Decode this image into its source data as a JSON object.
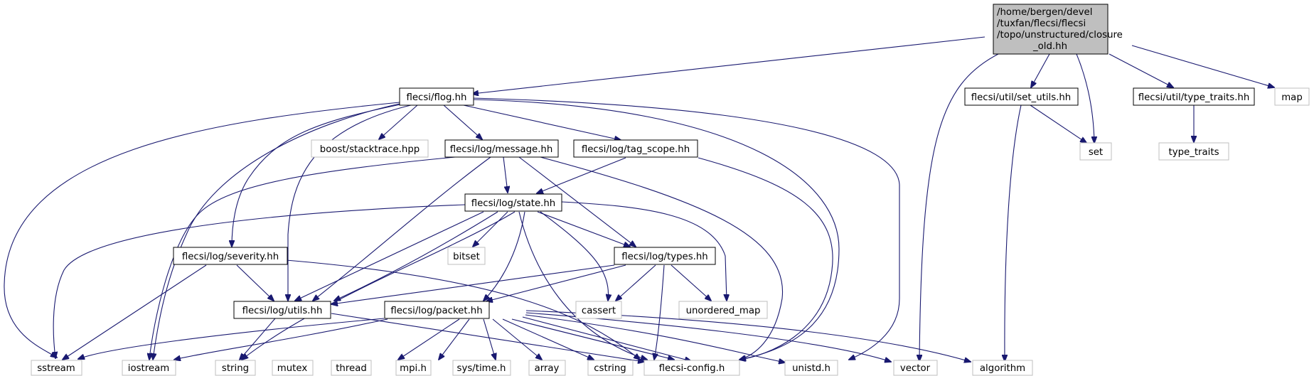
{
  "colors": {
    "edge": "#191970",
    "root_fill": "#bfbfbf",
    "internal_border": "#000000",
    "external_border": "#bfbfbf",
    "background": "#ffffff"
  },
  "root": {
    "lines": [
      "/home/bergen/devel",
      "/tuxfan/flecsi/flecsi",
      "/topo/unstructured/closure",
      "_old.hh"
    ]
  },
  "nodes": {
    "flog": "flecsi/flog.hh",
    "set_utils": "flecsi/util/set_utils.hh",
    "type_traits_hh": "flecsi/util/type_traits.hh",
    "map": "map",
    "stacktrace": "boost/stacktrace.hpp",
    "message": "flecsi/log/message.hh",
    "tag_scope": "flecsi/log/tag_scope.hh",
    "set": "set",
    "type_traits": "type_traits",
    "state": "flecsi/log/state.hh",
    "bitset": "bitset",
    "severity": "flecsi/log/severity.hh",
    "types": "flecsi/log/types.hh",
    "utils": "flecsi/log/utils.hh",
    "packet": "flecsi/log/packet.hh",
    "cassert": "cassert",
    "unordered_map": "unordered_map",
    "sstream": "sstream",
    "iostream": "iostream",
    "string": "string",
    "mutex": "mutex",
    "thread": "thread",
    "mpih": "mpi.h",
    "systime": "sys/time.h",
    "array": "array",
    "cstring": "cstring",
    "config": "flecsi-config.h",
    "unistd": "unistd.h",
    "vector": "vector",
    "algorithm": "algorithm"
  }
}
